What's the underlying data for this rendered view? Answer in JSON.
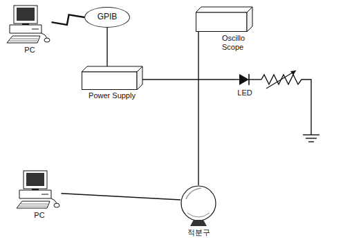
{
  "diagram": {
    "nodes": [
      {
        "text": [
          "PC"
        ]
      },
      {
        "text": [
          "GPIB"
        ]
      },
      {
        "text": [
          "Oscillo Scope"
        ]
      },
      {
        "text": [
          "Power Supply"
        ]
      },
      {
        "text": [
          "LED"
        ]
      },
      {
        "text": [
          "PC"
        ]
      },
      {
        "text": [
          "적분구"
        ]
      }
    ],
    "edges": [
      {
        "from": 0,
        "to": 1,
        "arrow": "none"
      },
      {
        "from": 1,
        "to": 3,
        "arrow": "none"
      },
      {
        "from": 3,
        "to": 4,
        "arrow": "none"
      },
      {
        "from": 2,
        "to": 6,
        "arrow": "none"
      },
      {
        "from": 5,
        "to": 6,
        "arrow": "none"
      }
    ]
  }
}
